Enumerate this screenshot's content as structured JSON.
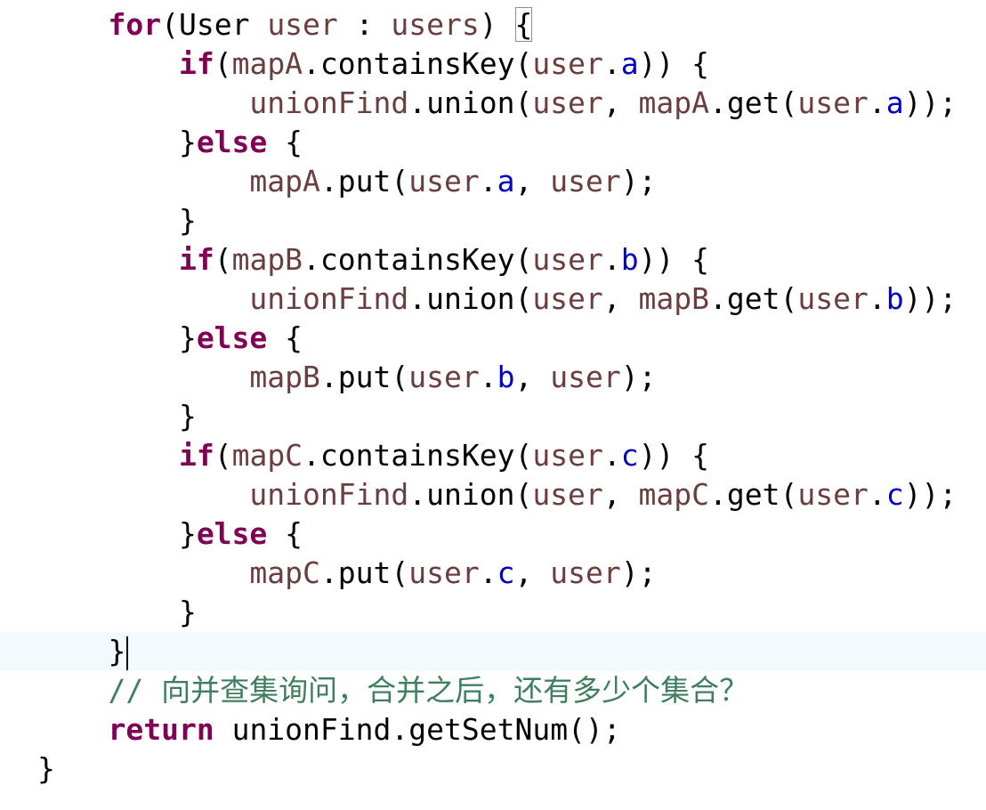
{
  "editor": {
    "current_line": 16,
    "lines": [
      [
        {
          "t": "    "
        },
        {
          "t": "for",
          "c": "k"
        },
        {
          "t": "(User "
        },
        {
          "t": "user",
          "c": "v"
        },
        {
          "t": " : "
        },
        {
          "t": "users",
          "c": "v"
        },
        {
          "t": ") "
        },
        {
          "t": "{",
          "c": "p",
          "m": "bracket"
        }
      ],
      [
        {
          "t": "        "
        },
        {
          "t": "if",
          "c": "k"
        },
        {
          "t": "("
        },
        {
          "t": "mapA",
          "c": "v"
        },
        {
          "t": ".containsKey("
        },
        {
          "t": "user",
          "c": "v"
        },
        {
          "t": "."
        },
        {
          "t": "a",
          "c": "f"
        },
        {
          "t": ")) {"
        }
      ],
      [
        {
          "t": "            "
        },
        {
          "t": "unionFind",
          "c": "v"
        },
        {
          "t": ".union("
        },
        {
          "t": "user",
          "c": "v"
        },
        {
          "t": ", "
        },
        {
          "t": "mapA",
          "c": "v"
        },
        {
          "t": ".get("
        },
        {
          "t": "user",
          "c": "v"
        },
        {
          "t": "."
        },
        {
          "t": "a",
          "c": "f"
        },
        {
          "t": "));"
        }
      ],
      [
        {
          "t": "        }"
        },
        {
          "t": "else",
          "c": "k"
        },
        {
          "t": " {"
        }
      ],
      [
        {
          "t": "            "
        },
        {
          "t": "mapA",
          "c": "v"
        },
        {
          "t": ".put("
        },
        {
          "t": "user",
          "c": "v"
        },
        {
          "t": "."
        },
        {
          "t": "a",
          "c": "f"
        },
        {
          "t": ", "
        },
        {
          "t": "user",
          "c": "v"
        },
        {
          "t": ");"
        }
      ],
      [
        {
          "t": "        }"
        }
      ],
      [
        {
          "t": "        "
        },
        {
          "t": "if",
          "c": "k"
        },
        {
          "t": "("
        },
        {
          "t": "mapB",
          "c": "v"
        },
        {
          "t": ".containsKey("
        },
        {
          "t": "user",
          "c": "v"
        },
        {
          "t": "."
        },
        {
          "t": "b",
          "c": "f"
        },
        {
          "t": ")) {"
        }
      ],
      [
        {
          "t": "            "
        },
        {
          "t": "unionFind",
          "c": "v"
        },
        {
          "t": ".union("
        },
        {
          "t": "user",
          "c": "v"
        },
        {
          "t": ", "
        },
        {
          "t": "mapB",
          "c": "v"
        },
        {
          "t": ".get("
        },
        {
          "t": "user",
          "c": "v"
        },
        {
          "t": "."
        },
        {
          "t": "b",
          "c": "f"
        },
        {
          "t": "));"
        }
      ],
      [
        {
          "t": "        }"
        },
        {
          "t": "else",
          "c": "k"
        },
        {
          "t": " {"
        }
      ],
      [
        {
          "t": "            "
        },
        {
          "t": "mapB",
          "c": "v"
        },
        {
          "t": ".put("
        },
        {
          "t": "user",
          "c": "v"
        },
        {
          "t": "."
        },
        {
          "t": "b",
          "c": "f"
        },
        {
          "t": ", "
        },
        {
          "t": "user",
          "c": "v"
        },
        {
          "t": ");"
        }
      ],
      [
        {
          "t": "        }"
        }
      ],
      [
        {
          "t": "        "
        },
        {
          "t": "if",
          "c": "k"
        },
        {
          "t": "("
        },
        {
          "t": "mapC",
          "c": "v"
        },
        {
          "t": ".containsKey("
        },
        {
          "t": "user",
          "c": "v"
        },
        {
          "t": "."
        },
        {
          "t": "c",
          "c": "f"
        },
        {
          "t": ")) {"
        }
      ],
      [
        {
          "t": "            "
        },
        {
          "t": "unionFind",
          "c": "v"
        },
        {
          "t": ".union("
        },
        {
          "t": "user",
          "c": "v"
        },
        {
          "t": ", "
        },
        {
          "t": "mapC",
          "c": "v"
        },
        {
          "t": ".get("
        },
        {
          "t": "user",
          "c": "v"
        },
        {
          "t": "."
        },
        {
          "t": "c",
          "c": "f"
        },
        {
          "t": "));"
        }
      ],
      [
        {
          "t": "        }"
        },
        {
          "t": "else",
          "c": "k"
        },
        {
          "t": " {"
        }
      ],
      [
        {
          "t": "            "
        },
        {
          "t": "mapC",
          "c": "v"
        },
        {
          "t": ".put("
        },
        {
          "t": "user",
          "c": "v"
        },
        {
          "t": "."
        },
        {
          "t": "c",
          "c": "f"
        },
        {
          "t": ", "
        },
        {
          "t": "user",
          "c": "v"
        },
        {
          "t": ");"
        }
      ],
      [
        {
          "t": "        }"
        }
      ],
      [
        {
          "t": "    }"
        }
      ],
      [
        {
          "t": "    "
        },
        {
          "t": "// 向并查集询问，合并之后，还有多少个集合？",
          "c": "cm"
        }
      ],
      [
        {
          "t": "    "
        },
        {
          "t": "return",
          "c": "k"
        },
        {
          "t": " unionFind.getSetNum();"
        }
      ],
      [
        {
          "t": "}"
        }
      ]
    ]
  },
  "colors": {
    "keyword": "#7f0055",
    "local_variable": "#6a3e3e",
    "field": "#0000c0",
    "comment": "#3f7f5f",
    "current_line": "#f1fafc"
  }
}
